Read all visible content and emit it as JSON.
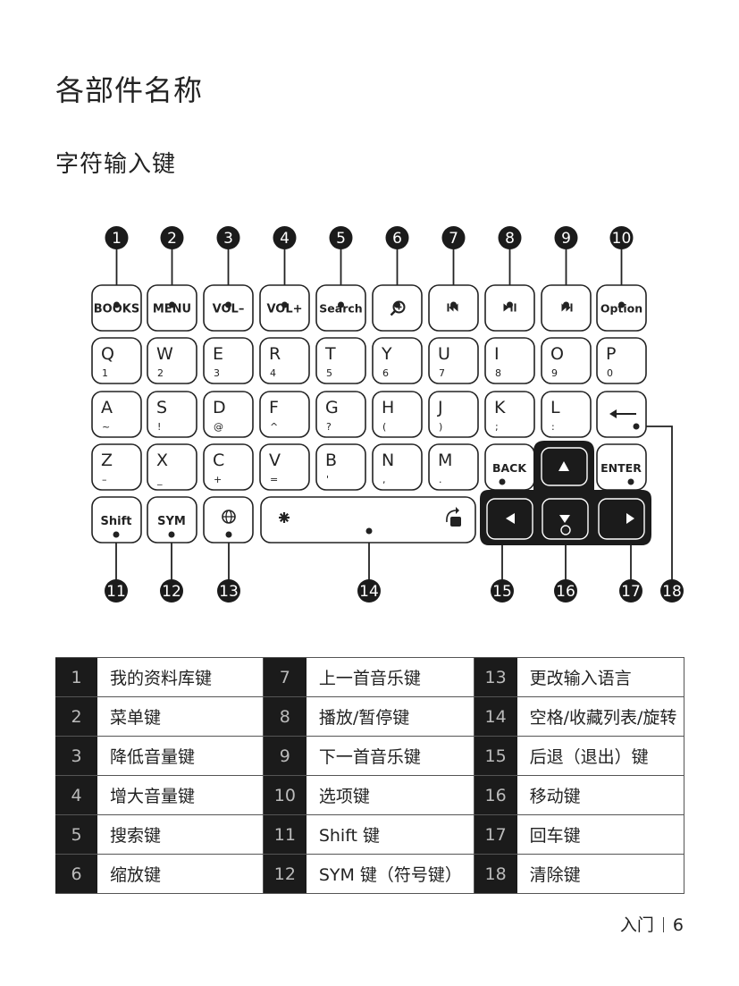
{
  "page": {
    "title": "各部件名称",
    "section": "字符输入键",
    "footer_section": "入门",
    "footer_page": "6"
  },
  "keyboard": {
    "top_row": [
      "BOOKS",
      "MENU",
      "VOL–",
      "VOL+",
      "Search",
      "zoom-icon",
      "prev-track-icon",
      "play-pause-icon",
      "next-track-icon",
      "Option"
    ],
    "row_qwerty": [
      {
        "main": "Q",
        "sub": "1"
      },
      {
        "main": "W",
        "sub": "2"
      },
      {
        "main": "E",
        "sub": "3"
      },
      {
        "main": "R",
        "sub": "4"
      },
      {
        "main": "T",
        "sub": "5"
      },
      {
        "main": "Y",
        "sub": "6"
      },
      {
        "main": "U",
        "sub": "7"
      },
      {
        "main": "I",
        "sub": "8"
      },
      {
        "main": "O",
        "sub": "9"
      },
      {
        "main": "P",
        "sub": "0"
      }
    ],
    "row_asdf": [
      {
        "main": "A",
        "sub": "~"
      },
      {
        "main": "S",
        "sub": "!"
      },
      {
        "main": "D",
        "sub": "@"
      },
      {
        "main": "F",
        "sub": "^"
      },
      {
        "main": "G",
        "sub": "?"
      },
      {
        "main": "H",
        "sub": "("
      },
      {
        "main": "J",
        "sub": ")"
      },
      {
        "main": "K",
        "sub": ";"
      },
      {
        "main": "L",
        "sub": ":"
      }
    ],
    "row_zxcv": [
      {
        "main": "Z",
        "sub": "–"
      },
      {
        "main": "X",
        "sub": "_"
      },
      {
        "main": "C",
        "sub": "+"
      },
      {
        "main": "V",
        "sub": "="
      },
      {
        "main": "B",
        "sub": "'"
      },
      {
        "main": "N",
        "sub": ","
      },
      {
        "main": "M",
        "sub": "."
      }
    ],
    "back_label": "BACK",
    "enter_label": "ENTER",
    "shift_label": "Shift",
    "sym_label": "SYM",
    "callouts_top": [
      "1",
      "2",
      "3",
      "4",
      "5",
      "6",
      "7",
      "8",
      "9",
      "10"
    ],
    "callouts_bottom": [
      "11",
      "12",
      "13",
      "14",
      "15",
      "16",
      "17",
      "18"
    ]
  },
  "legend": [
    [
      {
        "num": "1",
        "text": "我的资料库键"
      },
      {
        "num": "7",
        "text": "上一首音乐键"
      },
      {
        "num": "13",
        "text": "更改输入语言"
      }
    ],
    [
      {
        "num": "2",
        "text": "菜单键"
      },
      {
        "num": "8",
        "text": "播放/暂停键"
      },
      {
        "num": "14",
        "text": "空格/收藏列表/旋转"
      }
    ],
    [
      {
        "num": "3",
        "text": "降低音量键"
      },
      {
        "num": "9",
        "text": "下一首音乐键"
      },
      {
        "num": "15",
        "text": "后退（退出）键"
      }
    ],
    [
      {
        "num": "4",
        "text": "增大音量键"
      },
      {
        "num": "10",
        "text": "选项键"
      },
      {
        "num": "16",
        "text": "移动键"
      }
    ],
    [
      {
        "num": "5",
        "text": "搜索键"
      },
      {
        "num": "11",
        "text": "Shift 键"
      },
      {
        "num": "17",
        "text": "回车键"
      }
    ],
    [
      {
        "num": "6",
        "text": "缩放键"
      },
      {
        "num": "12",
        "text": "SYM 键（符号键）"
      },
      {
        "num": "18",
        "text": "清除键"
      }
    ]
  ]
}
